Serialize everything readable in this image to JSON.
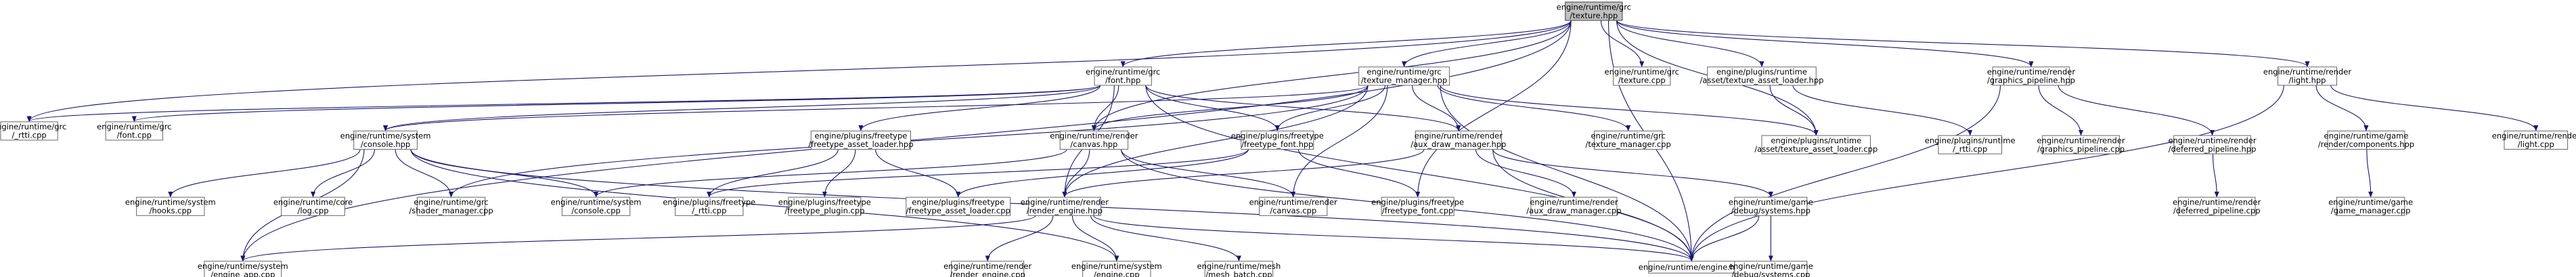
{
  "nodes": [
    {
      "id": "texture_hpp",
      "lines": [
        "engine/runtime/grc",
        "/texture.hpp"
      ],
      "root": true
    },
    {
      "id": "font_hpp",
      "lines": [
        "engine/runtime/grc",
        "/font.hpp"
      ]
    },
    {
      "id": "texture_manager_hpp",
      "lines": [
        "engine/runtime/grc",
        "/texture_manager.hpp"
      ]
    },
    {
      "id": "texture_cpp",
      "lines": [
        "engine/runtime/grc",
        "/texture.cpp"
      ]
    },
    {
      "id": "texture_asset_loader_hpp",
      "lines": [
        "engine/plugins/runtime",
        "/asset/texture_asset_loader.hpp"
      ]
    },
    {
      "id": "graphics_pipeline_hpp",
      "lines": [
        "engine/runtime/render",
        "/graphics_pipeline.hpp"
      ]
    },
    {
      "id": "light_hpp",
      "lines": [
        "engine/runtime/render",
        "/light.hpp"
      ]
    },
    {
      "id": "grc_rtti_cpp",
      "lines": [
        "engine/runtime/grc",
        "/_rtti.cpp"
      ]
    },
    {
      "id": "font_cpp",
      "lines": [
        "engine/runtime/grc",
        "/font.cpp"
      ]
    },
    {
      "id": "console_hpp",
      "lines": [
        "engine/runtime/system",
        "/console.hpp"
      ]
    },
    {
      "id": "freetype_asset_loader_hpp",
      "lines": [
        "engine/plugins/freetype",
        "/freetype_asset_loader.hpp"
      ]
    },
    {
      "id": "canvas_hpp",
      "lines": [
        "engine/runtime/render",
        "/canvas.hpp"
      ]
    },
    {
      "id": "freetype_font_hpp",
      "lines": [
        "engine/plugins/freetype",
        "/freetype_font.hpp"
      ]
    },
    {
      "id": "aux_draw_manager_hpp",
      "lines": [
        "engine/runtime/render",
        "/aux_draw_manager.hpp"
      ]
    },
    {
      "id": "texture_manager_cpp",
      "lines": [
        "engine/runtime/grc",
        "/texture_manager.cpp"
      ]
    },
    {
      "id": "texture_asset_loader_cpp",
      "lines": [
        "engine/plugins/runtime",
        "/asset/texture_asset_loader.cpp"
      ]
    },
    {
      "id": "runtime_rtti_cpp",
      "lines": [
        "engine/plugins/runtime",
        "/_rtti.cpp"
      ]
    },
    {
      "id": "graphics_pipeline_cpp",
      "lines": [
        "engine/runtime/render",
        "/graphics_pipeline.cpp"
      ]
    },
    {
      "id": "deferred_pipeline_hpp",
      "lines": [
        "engine/runtime/render",
        "/deferred_pipeline.hpp"
      ]
    },
    {
      "id": "components_hpp",
      "lines": [
        "engine/runtime/game",
        "/render/components.hpp"
      ]
    },
    {
      "id": "light_cpp",
      "lines": [
        "engine/runtime/render",
        "/light.cpp"
      ]
    },
    {
      "id": "hooks_cpp",
      "lines": [
        "engine/runtime/system",
        "/hooks.cpp"
      ]
    },
    {
      "id": "log_cpp",
      "lines": [
        "engine/runtime/core",
        "/log.cpp"
      ]
    },
    {
      "id": "shader_manager_cpp",
      "lines": [
        "engine/runtime/grc",
        "/shader_manager.cpp"
      ]
    },
    {
      "id": "console_cpp",
      "lines": [
        "engine/runtime/system",
        "/console.cpp"
      ]
    },
    {
      "id": "freetype_rtti_cpp",
      "lines": [
        "engine/plugins/freetype",
        "/_rtti.cpp"
      ]
    },
    {
      "id": "freetype_plugin_cpp",
      "lines": [
        "engine/plugins/freetype",
        "/freetype_plugin.cpp"
      ]
    },
    {
      "id": "freetype_asset_loader_cpp",
      "lines": [
        "engine/plugins/freetype",
        "/freetype_asset_loader.cpp"
      ]
    },
    {
      "id": "render_engine_hpp",
      "lines": [
        "engine/runtime/render",
        "/render_engine.hpp"
      ]
    },
    {
      "id": "canvas_cpp",
      "lines": [
        "engine/runtime/render",
        "/canvas.cpp"
      ]
    },
    {
      "id": "freetype_font_cpp",
      "lines": [
        "engine/plugins/freetype",
        "/freetype_font.cpp"
      ]
    },
    {
      "id": "aux_draw_manager_cpp",
      "lines": [
        "engine/runtime/render",
        "/aux_draw_manager.cpp"
      ]
    },
    {
      "id": "debug_systems_hpp",
      "lines": [
        "engine/runtime/game",
        "/debug/systems.hpp"
      ]
    },
    {
      "id": "deferred_pipeline_cpp",
      "lines": [
        "engine/runtime/render",
        "/deferred_pipeline.cpp"
      ]
    },
    {
      "id": "game_manager_cpp",
      "lines": [
        "engine/runtime/game",
        "/game_manager.cpp"
      ]
    },
    {
      "id": "engine_app_cpp",
      "lines": [
        "engine/runtime/system",
        "/engine_app.cpp"
      ]
    },
    {
      "id": "render_engine_cpp",
      "lines": [
        "engine/runtime/render",
        "/render_engine.cpp"
      ]
    },
    {
      "id": "system_engine_cpp",
      "lines": [
        "engine/runtime/system",
        "/engine.cpp"
      ]
    },
    {
      "id": "mesh_batch_cpp",
      "lines": [
        "engine/runtime/mesh",
        "/mesh_batch.cpp"
      ]
    },
    {
      "id": "engine_hpp",
      "lines": [
        "engine/runtime/engine.hpp"
      ]
    },
    {
      "id": "debug_systems_cpp",
      "lines": [
        "engine/runtime/game",
        "/debug/systems.cpp"
      ]
    }
  ],
  "edges": [
    [
      "texture_hpp",
      "font_hpp"
    ],
    [
      "texture_hpp",
      "texture_manager_hpp"
    ],
    [
      "texture_hpp",
      "texture_cpp"
    ],
    [
      "texture_hpp",
      "texture_asset_loader_hpp"
    ],
    [
      "texture_hpp",
      "graphics_pipeline_hpp"
    ],
    [
      "texture_hpp",
      "light_hpp"
    ],
    [
      "texture_hpp",
      "grc_rtti_cpp"
    ],
    [
      "texture_hpp",
      "canvas_hpp"
    ],
    [
      "texture_hpp",
      "freetype_font_cpp"
    ],
    [
      "texture_hpp",
      "texture_asset_loader_cpp"
    ],
    [
      "texture_hpp",
      "engine_hpp"
    ],
    [
      "texture_hpp",
      "engine_app_cpp"
    ],
    [
      "font_hpp",
      "grc_rtti_cpp"
    ],
    [
      "font_hpp",
      "font_cpp"
    ],
    [
      "font_hpp",
      "console_hpp"
    ],
    [
      "font_hpp",
      "freetype_asset_loader_hpp"
    ],
    [
      "font_hpp",
      "canvas_hpp"
    ],
    [
      "font_hpp",
      "freetype_font_hpp"
    ],
    [
      "font_hpp",
      "aux_draw_manager_hpp"
    ],
    [
      "font_hpp",
      "render_engine_hpp"
    ],
    [
      "font_hpp",
      "engine_hpp"
    ],
    [
      "texture_manager_hpp",
      "console_hpp"
    ],
    [
      "texture_manager_hpp",
      "canvas_hpp"
    ],
    [
      "texture_manager_hpp",
      "freetype_font_hpp"
    ],
    [
      "texture_manager_hpp",
      "aux_draw_manager_hpp"
    ],
    [
      "texture_manager_hpp",
      "texture_manager_cpp"
    ],
    [
      "texture_manager_hpp",
      "texture_asset_loader_cpp"
    ],
    [
      "texture_manager_hpp",
      "shader_manager_cpp"
    ],
    [
      "texture_manager_hpp",
      "canvas_cpp"
    ],
    [
      "texture_manager_hpp",
      "render_engine_hpp"
    ],
    [
      "texture_manager_hpp",
      "engine_hpp"
    ],
    [
      "texture_asset_loader_hpp",
      "texture_asset_loader_cpp"
    ],
    [
      "texture_asset_loader_hpp",
      "runtime_rtti_cpp"
    ],
    [
      "graphics_pipeline_hpp",
      "graphics_pipeline_cpp"
    ],
    [
      "graphics_pipeline_hpp",
      "deferred_pipeline_hpp"
    ],
    [
      "graphics_pipeline_hpp",
      "engine_hpp"
    ],
    [
      "light_hpp",
      "components_hpp"
    ],
    [
      "light_hpp",
      "light_cpp"
    ],
    [
      "light_hpp",
      "engine_hpp"
    ],
    [
      "console_hpp",
      "hooks_cpp"
    ],
    [
      "console_hpp",
      "log_cpp"
    ],
    [
      "console_hpp",
      "shader_manager_cpp"
    ],
    [
      "console_hpp",
      "console_cpp"
    ],
    [
      "console_hpp",
      "engine_app_cpp"
    ],
    [
      "console_hpp",
      "system_engine_cpp"
    ],
    [
      "console_hpp",
      "engine_hpp"
    ],
    [
      "freetype_asset_loader_hpp",
      "freetype_rtti_cpp"
    ],
    [
      "freetype_asset_loader_hpp",
      "freetype_plugin_cpp"
    ],
    [
      "freetype_asset_loader_hpp",
      "freetype_asset_loader_cpp"
    ],
    [
      "canvas_hpp",
      "console_cpp"
    ],
    [
      "canvas_hpp",
      "render_engine_hpp"
    ],
    [
      "canvas_hpp",
      "canvas_cpp"
    ],
    [
      "canvas_hpp",
      "engine_hpp"
    ],
    [
      "freetype_font_hpp",
      "freetype_rtti_cpp"
    ],
    [
      "freetype_font_hpp",
      "freetype_asset_loader_cpp"
    ],
    [
      "freetype_font_hpp",
      "freetype_font_cpp"
    ],
    [
      "aux_draw_manager_hpp",
      "render_engine_hpp"
    ],
    [
      "aux_draw_manager_hpp",
      "aux_draw_manager_cpp"
    ],
    [
      "aux_draw_manager_hpp",
      "debug_systems_hpp"
    ],
    [
      "aux_draw_manager_hpp",
      "engine_hpp"
    ],
    [
      "deferred_pipeline_hpp",
      "deferred_pipeline_cpp"
    ],
    [
      "components_hpp",
      "game_manager_cpp"
    ],
    [
      "render_engine_hpp",
      "engine_app_cpp"
    ],
    [
      "render_engine_hpp",
      "render_engine_cpp"
    ],
    [
      "render_engine_hpp",
      "system_engine_cpp"
    ],
    [
      "render_engine_hpp",
      "mesh_batch_cpp"
    ],
    [
      "render_engine_hpp",
      "engine_hpp"
    ],
    [
      "debug_systems_hpp",
      "debug_systems_cpp"
    ],
    [
      "debug_systems_hpp",
      "engine_hpp"
    ]
  ]
}
